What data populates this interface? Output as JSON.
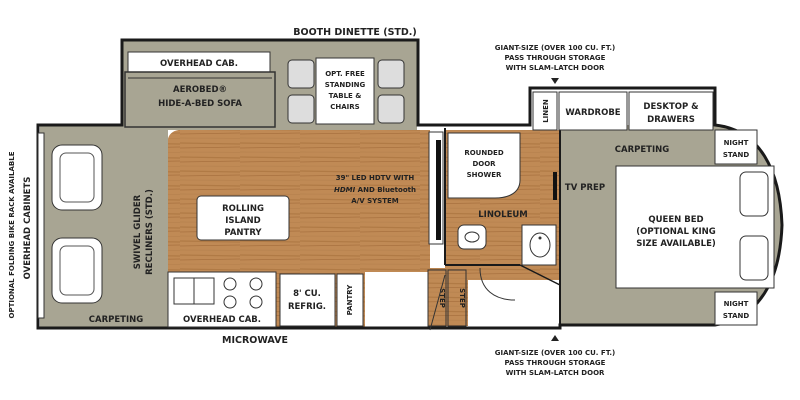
{
  "labels": {
    "booth_dinette": "BOOTH DINETTE (STD.)",
    "overhead_cab_top": "OVERHEAD CAB.",
    "aerobed_1": "AEROBED®",
    "aerobed_2": "HIDE-A-BED SOFA",
    "table_1": "OPT. FREE",
    "table_2": "STANDING",
    "table_3": "TABLE &",
    "table_4": "CHAIRS",
    "storage_top_1": "GIANT-SIZE (OVER 100 CU. FT.)",
    "storage_top_2": "PASS THROUGH STORAGE",
    "storage_top_3": "WITH SLAM-LATCH DOOR",
    "linen": "LINEN",
    "wardrobe": "WARDROBE",
    "desktop_1": "DESKTOP &",
    "desktop_2": "DRAWERS",
    "night_stand_top_1": "NIGHT",
    "night_stand_top_2": "STAND",
    "carpeting_bedroom": "CARPETING",
    "rounded_door_1": "ROUNDED",
    "rounded_door_2": "DOOR",
    "rounded_door_3": "SHOWER",
    "tv_prep": "TV PREP",
    "linoleum": "LINOLEUM",
    "queen_1": "QUEEN BED",
    "queen_2": "(OPTIONAL KING",
    "queen_3": "SIZE AVAILABLE)",
    "night_stand_bottom_1": "NIGHT",
    "night_stand_bottom_2": "STAND",
    "hdtv_1": "39\" LED HDTV WITH",
    "hdtv_2a": "HDMI",
    "hdtv_2b": " AND ",
    "hdtv_2c": "Bluetooth",
    "hdtv_3": "A/V SYSTEM",
    "island_1": "ROLLING",
    "island_2": "ISLAND",
    "island_3": "PANTRY",
    "swivel_1": "SWIVEL GLIDER",
    "swivel_2": "RECLINERS (STD.)",
    "overhead_cabinets_left": "OVERHEAD CABINETS",
    "bike_rack": "OPTIONAL FOLDING BIKE RACK AVAILABLE",
    "carpeting_living": "CARPETING",
    "overhead_cab_bottom": "OVERHEAD CAB.",
    "refrig_1": "8' CU.",
    "refrig_2": "REFRIG.",
    "pantry": "PANTRY",
    "step_1": "STEP",
    "step_2": "STEP",
    "microwave": "MICROWAVE",
    "storage_bottom_1": "GIANT-SIZE (OVER 100 CU. FT.)",
    "storage_bottom_2": "PASS THROUGH STORAGE",
    "storage_bottom_3": "WITH SLAM-LATCH DOOR"
  },
  "colors": {
    "carpet": "#a8a593",
    "wood": "#c08a55",
    "wood_grain": "#a8713f",
    "wall": "#1a1a1a"
  }
}
